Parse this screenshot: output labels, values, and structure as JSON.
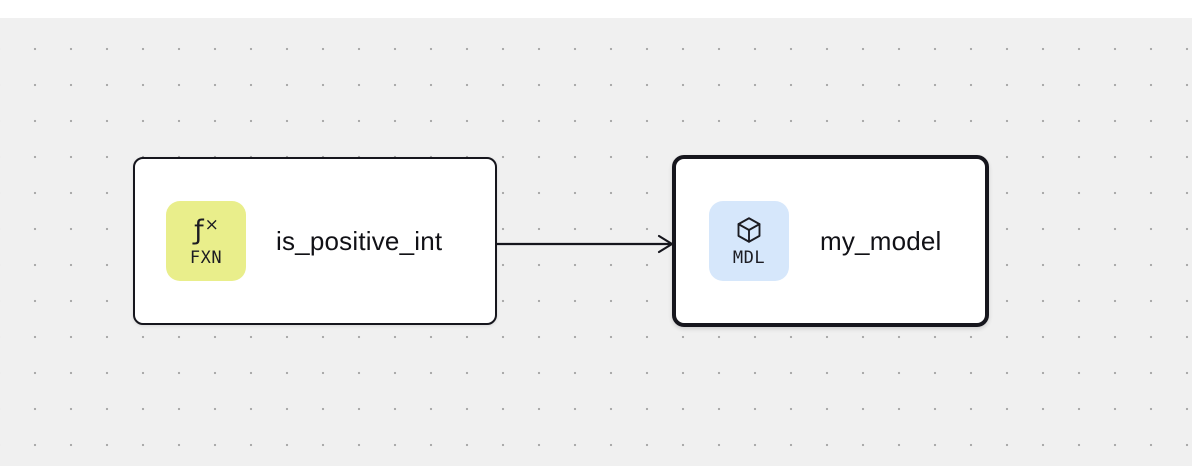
{
  "page": {
    "background_color": "#f0f0f0",
    "margin_color": "#ffffff",
    "dot_color": "#ababab"
  },
  "nodes": [
    {
      "id": "is_positive_int",
      "label": "is_positive_int",
      "type": "function",
      "selected": false,
      "badge": {
        "text": "FXN",
        "bg": "#e9ee8b",
        "icon": "function-icon",
        "glyph_f": "ƒ",
        "glyph_x": "×"
      }
    },
    {
      "id": "my_model",
      "label": "my_model",
      "type": "model",
      "selected": true,
      "badge": {
        "text": "MDL",
        "bg": "#d6e7fb",
        "icon": "cube-icon"
      }
    }
  ],
  "edges": [
    {
      "from": "is_positive_int",
      "to": "my_model"
    }
  ]
}
